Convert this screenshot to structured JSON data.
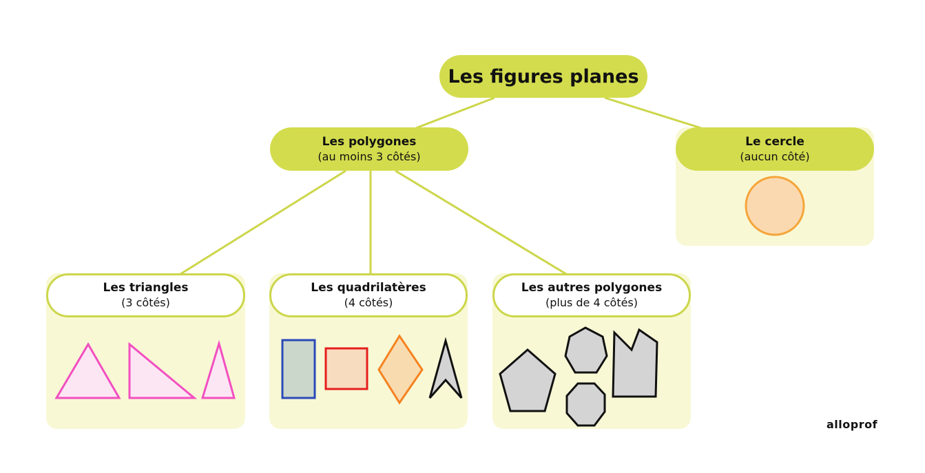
{
  "title": "Les figures planes",
  "polygons": {
    "label": "Les polygones",
    "sub": "(au moins 3 côtés)"
  },
  "circle": {
    "label": "Le cercle",
    "sub": "(aucun côté)"
  },
  "categories": [
    {
      "label": "Les triangles",
      "sub": "(3 côtés)"
    },
    {
      "label": "Les quadrilatères",
      "sub": "(4 côtés)"
    },
    {
      "label": "Les autres polygones",
      "sub": "(plus de 4 côtés)"
    }
  ],
  "logo": "alloprof",
  "colors": {
    "accent": "#d3dc4d",
    "panel": "#f8f8d5",
    "triangle": "#f24fc0",
    "circle": "#f5a53a"
  }
}
